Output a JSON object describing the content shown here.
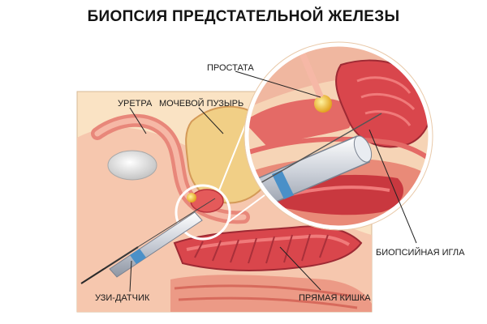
{
  "title": "БИОПСИЯ ПРЕДСТАТЕЛЬНОЙ ЖЕЛЕЗЫ",
  "labels": {
    "prostate": "ПРОСТАТА",
    "urethra": "УРЕТРА",
    "bladder": "МОЧЕВОЙ ПУЗЫРЬ",
    "biopsy_needle": "БИОПСИЙНАЯ ИГЛА",
    "ultrasound_probe": "УЗИ-ДАТЧИК",
    "rectum": "ПРЯМАЯ КИШКА"
  },
  "colors": {
    "panel_bg": "#fae3c4",
    "tissue": "#f2b6a2",
    "flesh": "#f0a08a",
    "muscle": "#d9464c",
    "muscle_dark": "#b8323c",
    "bone": "#d9d9d9",
    "gland": "#f2c23a",
    "probe": "#c8cdd6",
    "probe_band": "#4a90c8"
  }
}
